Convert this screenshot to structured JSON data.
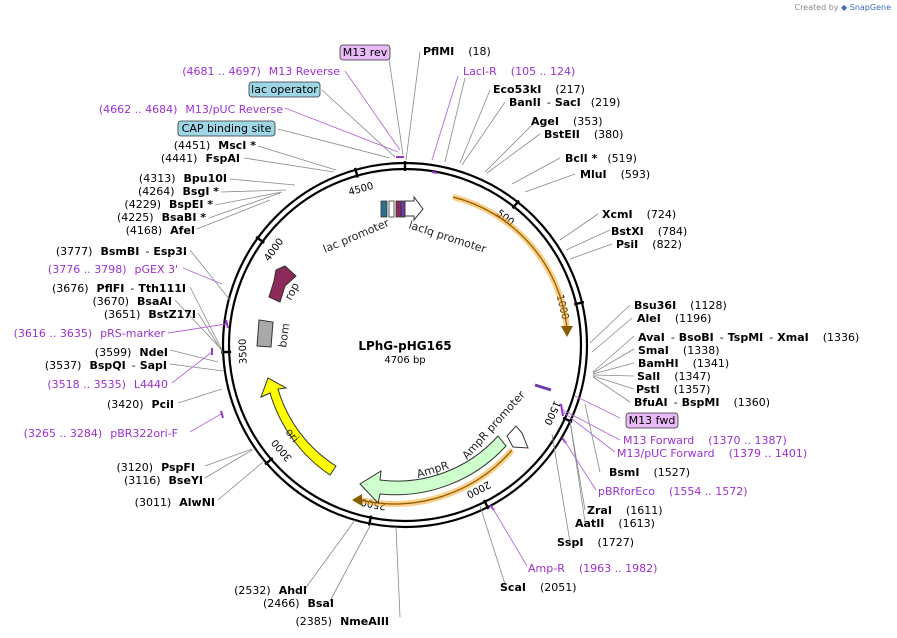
{
  "watermark": {
    "prefix": "Created by",
    "brand": "SnapGene"
  },
  "plasmid": {
    "name": "LPhG-pHG165",
    "size": "4706 bp"
  },
  "ticks": [
    "500",
    "1000",
    "1500",
    "2000",
    "2500",
    "3000",
    "3500",
    "4000",
    "4500"
  ],
  "boxed_labels": {
    "m13_rev": "M13 rev",
    "lac_operator": "lac operator",
    "cap_site": "CAP binding site",
    "m13_fwd": "M13 fwd"
  },
  "features": {
    "lac_promoter": "lac promoter",
    "laciq_promoter": "lacIq promoter",
    "rop": "rop",
    "bom": "bom",
    "ori": "ori",
    "ampr": "AmpR",
    "ampr_promoter": "AmpR promoter"
  },
  "sites": {
    "pflmi": {
      "name": "PflMI",
      "pos": "(18)"
    },
    "eco53ki": {
      "name": "Eco53kI",
      "pos": "(217)"
    },
    "banii": {
      "name": "BanII",
      "sep": "-",
      "name2": "SacI",
      "pos": "(219)"
    },
    "agei": {
      "name": "AgeI",
      "pos": "(353)"
    },
    "bsteii": {
      "name": "BstEII",
      "pos": "(380)"
    },
    "bcli": {
      "name": "BclI *",
      "pos": "(519)"
    },
    "mlui": {
      "name": "MluI",
      "pos": "(593)"
    },
    "xcmi": {
      "name": "XcmI",
      "pos": "(724)"
    },
    "bstxi": {
      "name": "BstXI",
      "pos": "(784)"
    },
    "psti1": {
      "name": "PsiI",
      "pos": "(822)"
    },
    "bsu36i": {
      "name": "Bsu36I",
      "pos": "(1128)"
    },
    "alei": {
      "name": "AleI",
      "pos": "(1196)"
    },
    "avai": {
      "name": "AvaI",
      "s1": "-",
      "n2": "BsoBI",
      "s2": "-",
      "n3": "TspMI",
      "s3": "-",
      "n4": "XmaI",
      "pos": "(1336)"
    },
    "smai": {
      "name": "SmaI",
      "pos": "(1338)"
    },
    "bamhi": {
      "name": "BamHI",
      "pos": "(1341)"
    },
    "sali": {
      "name": "SalI",
      "pos": "(1347)"
    },
    "pstI": {
      "name": "PstI",
      "pos": "(1357)"
    },
    "bfuai": {
      "name": "BfuAI",
      "sep": "-",
      "name2": "BspMI",
      "pos": "(1360)"
    },
    "bsmi": {
      "name": "BsmI",
      "pos": "(1527)"
    },
    "zrai": {
      "name": "ZraI",
      "pos": "(1611)"
    },
    "aatii": {
      "name": "AatII",
      "pos": "(1613)"
    },
    "sspi": {
      "name": "SspI",
      "pos": "(1727)"
    },
    "scai": {
      "name": "ScaI",
      "pos": "(2051)"
    },
    "nmeaiii": {
      "pos": "(2385)",
      "name": "NmeAIII"
    },
    "bsai": {
      "pos": "(2466)",
      "name": "BsaI"
    },
    "ahdi": {
      "pos": "(2532)",
      "name": "AhdI"
    },
    "alwni": {
      "pos": "(3011)",
      "name": "AlwNI"
    },
    "bseyi": {
      "pos": "(3116)",
      "name": "BseYI"
    },
    "pspfi": {
      "pos": "(3120)",
      "name": "PspFI"
    },
    "pcii": {
      "pos": "(3420)",
      "name": "PciI"
    },
    "bspqi": {
      "pos": "(3537)",
      "name": "BspQI",
      "sep": "-",
      "name2": "SapI"
    },
    "ndei": {
      "pos": "(3599)",
      "name": "NdeI"
    },
    "bstz17i": {
      "pos": "(3651)",
      "name": "BstZ17I"
    },
    "bsaai": {
      "pos": "(3670)",
      "name": "BsaAI"
    },
    "pflfi": {
      "pos": "(3676)",
      "name": "PflFI",
      "sep": "-",
      "name2": "Tth111I"
    },
    "bsmbi": {
      "pos": "(3777)",
      "name": "BsmBI",
      "sep": "-",
      "name2": "Esp3I"
    },
    "afei": {
      "pos": "(4168)",
      "name": "AfeI"
    },
    "bsabi": {
      "pos": "(4225)",
      "name": "BsaBI *"
    },
    "bspei": {
      "pos": "(4229)",
      "name": "BspEI *"
    },
    "bsgi": {
      "pos": "(4264)",
      "name": "BsgI *"
    },
    "bpu10i": {
      "pos": "(4313)",
      "name": "Bpu10I"
    },
    "fspai": {
      "pos": "(4441)",
      "name": "FspAI"
    },
    "msci": {
      "pos": "(4451)",
      "name": "MscI *"
    }
  },
  "primers": {
    "laci_r": {
      "name": "LacI-R",
      "range": "(105 .. 124)"
    },
    "m13_reverse": {
      "range": "(4681 .. 4697)",
      "name": "M13 Reverse"
    },
    "m13_puc_reverse": {
      "range": "(4662 .. 4684)",
      "name": "M13/pUC Reverse"
    },
    "pgex3": {
      "range": "(3776 .. 3798)",
      "name": "pGEX 3'"
    },
    "prs_marker": {
      "range": "(3616 .. 3635)",
      "name": "pRS-marker"
    },
    "l4440": {
      "range": "(3518 .. 3535)",
      "name": "L4440"
    },
    "pbr322ori_f": {
      "range": "(3265 .. 3284)",
      "name": "pBR322ori-F"
    },
    "m13_forward": {
      "name": "M13 Forward",
      "range": "(1370 .. 1387)"
    },
    "m13_puc_forward": {
      "name": "M13/pUC Forward",
      "range": "(1379 .. 1401)"
    },
    "pbrforeco": {
      "name": "pBRforEco",
      "range": "(1554 .. 1572)"
    },
    "amp_r": {
      "name": "Amp-R",
      "range": "(1963 .. 1982)"
    }
  },
  "colors": {
    "primer": "#9b30d0",
    "rop": "#8c2a5a",
    "bom": "#a9a9a9",
    "ori": "#ffff00",
    "ampr": "#ccffcc",
    "orf": "#f5a623",
    "lac_operator_box": "#9ed6e6",
    "primer_box": "#e8b9f5"
  }
}
